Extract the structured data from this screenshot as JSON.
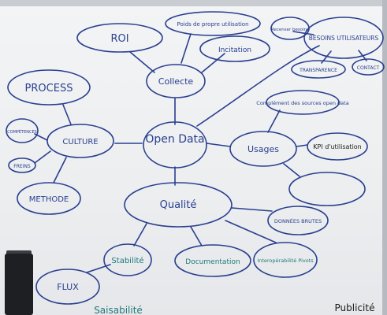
{
  "colors": {
    "blue_marker": "#2a3f8f",
    "teal_marker": "#1f7a78",
    "black_marker": "#1b1b1b"
  },
  "mindmap": {
    "center": "Open Data",
    "nodes": {
      "roi": "ROI",
      "collecte": "Collecte",
      "poids": "Poids de propre utilisation",
      "incitation": "Incitation",
      "besoins_red": "Recenser besoins",
      "besoins": "BESOINS UTILISATEURS",
      "transparence": "TRANSPARENCE",
      "contact": "CONTACT",
      "complement": "Complément des sources open data",
      "process": "PROCESS",
      "culture": "CULTURE",
      "competences": "COMPÉTENCES",
      "freins": "FREINS",
      "methode": "METHODE",
      "usages": "Usages",
      "kpi": "KPI d'utilisation",
      "qualite": "Qualité",
      "donnees_brutes": "DONNÉES BRUTES",
      "stabilite": "Stabilité",
      "documentation": "Documentation",
      "interop": "Interopérabilité Pivots",
      "flux": "FLUX",
      "bottom_left": "Saisabilité",
      "bottom_right": "Publicité"
    }
  }
}
